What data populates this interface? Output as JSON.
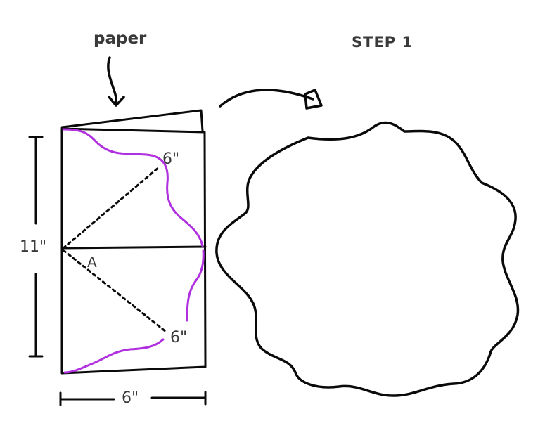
{
  "labels": {
    "paper": "paper",
    "step": "STEP 1",
    "height": "11\"",
    "width": "6\"",
    "point": "A",
    "radius_top": "6\"",
    "radius_bottom": "6\""
  },
  "colors": {
    "ink": "#0a0a0a",
    "cut_line": "#b030e0",
    "text": "#3a3a3a"
  }
}
